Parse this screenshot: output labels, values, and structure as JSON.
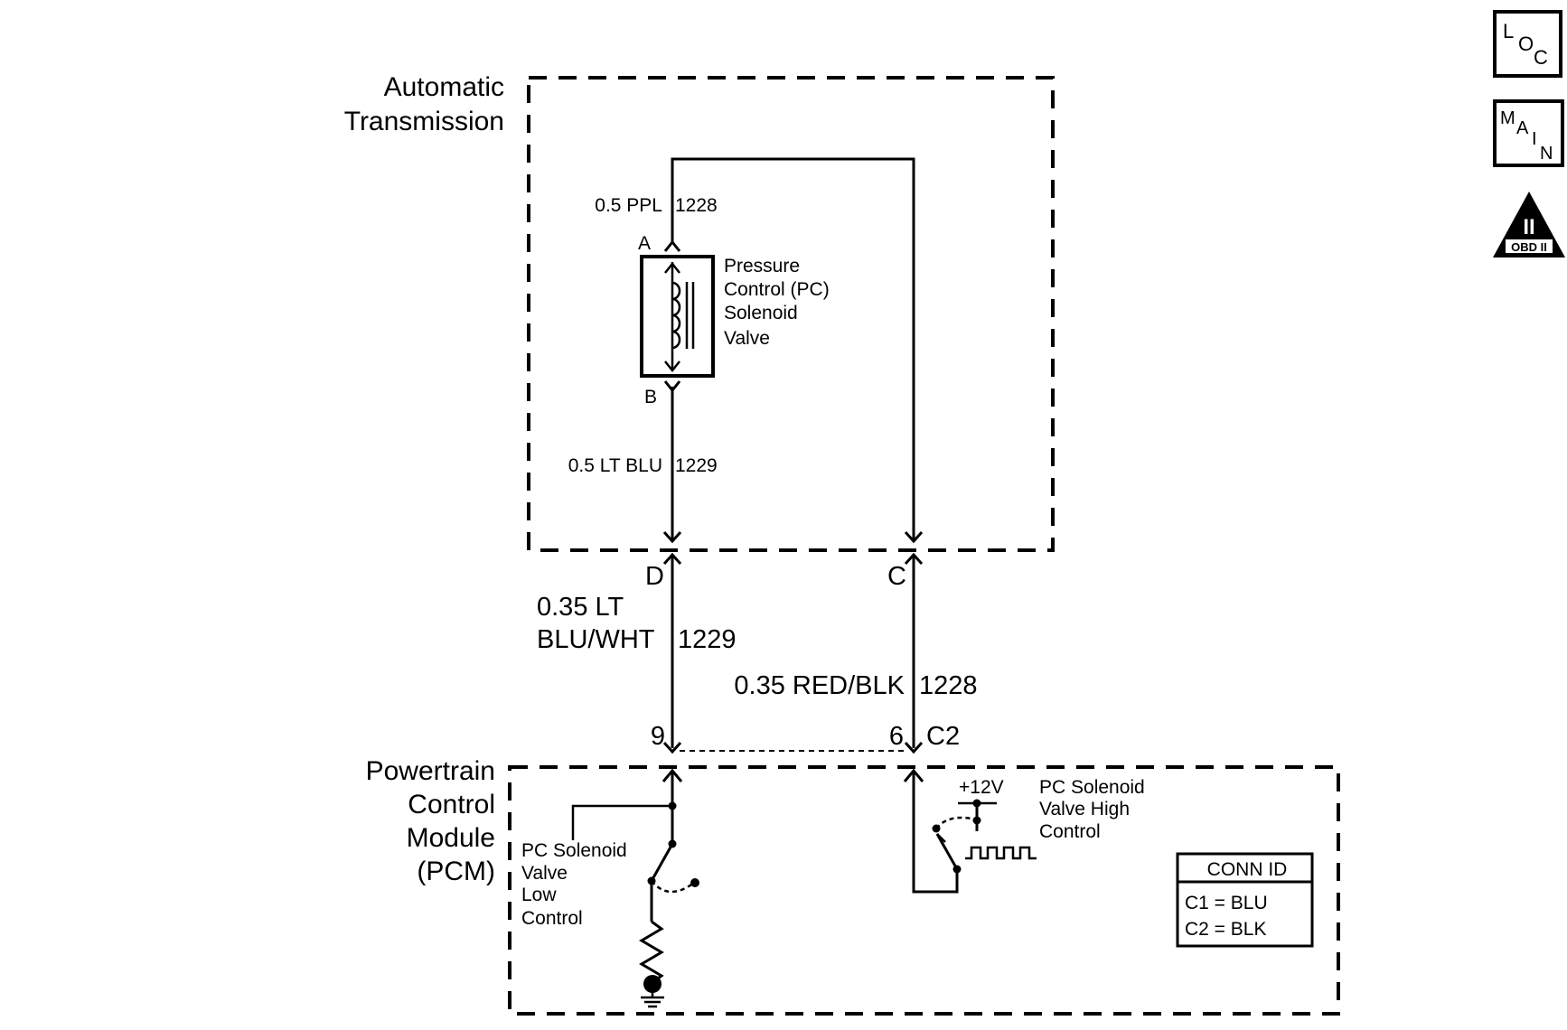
{
  "nav": {
    "loc": {
      "l": "L",
      "o": "O",
      "c": "C"
    },
    "main": {
      "m": "M",
      "a": "A",
      "i": "I",
      "n": "N"
    },
    "obd": {
      "numeral": "II",
      "label": "OBD II"
    }
  },
  "transmission": {
    "title_line1": "Automatic",
    "title_line2": "Transmission",
    "wire_a": {
      "gauge_color": "0.5 PPL",
      "circuit": "1228"
    },
    "wire_b": {
      "gauge_color": "0.5 LT BLU",
      "circuit": "1229"
    },
    "pin_a": "A",
    "pin_b": "B",
    "solenoid_line1": "Pressure",
    "solenoid_line2": "Control (PC)",
    "solenoid_line3": "Solenoid",
    "solenoid_line4": "Valve",
    "pin_d": "D",
    "pin_c": "C"
  },
  "harness": {
    "low_wire_line1": "0.35 LT",
    "low_wire_line2": "BLU/WHT",
    "low_circuit": "1229",
    "high_wire": "0.35 RED/BLK",
    "high_circuit": "1228",
    "pcm_pin_low": "9",
    "pcm_pin_high": "6",
    "pcm_connector": "C2"
  },
  "pcm": {
    "title_line1": "Powertrain",
    "title_line2": "Control",
    "title_line3": "Module",
    "title_line4": "(PCM)",
    "low_ctrl_line1": "PC Solenoid",
    "low_ctrl_line2": "Valve",
    "low_ctrl_line3": "Low",
    "low_ctrl_line4": "Control",
    "high_ctrl_line1": "PC  Solenoid",
    "high_ctrl_line2": "Valve High",
    "high_ctrl_line3": "Control",
    "supply": "+12V"
  },
  "conn_id": {
    "header": "CONN ID",
    "row1": "C1  =  BLU",
    "row2": "C2  =  BLK"
  }
}
